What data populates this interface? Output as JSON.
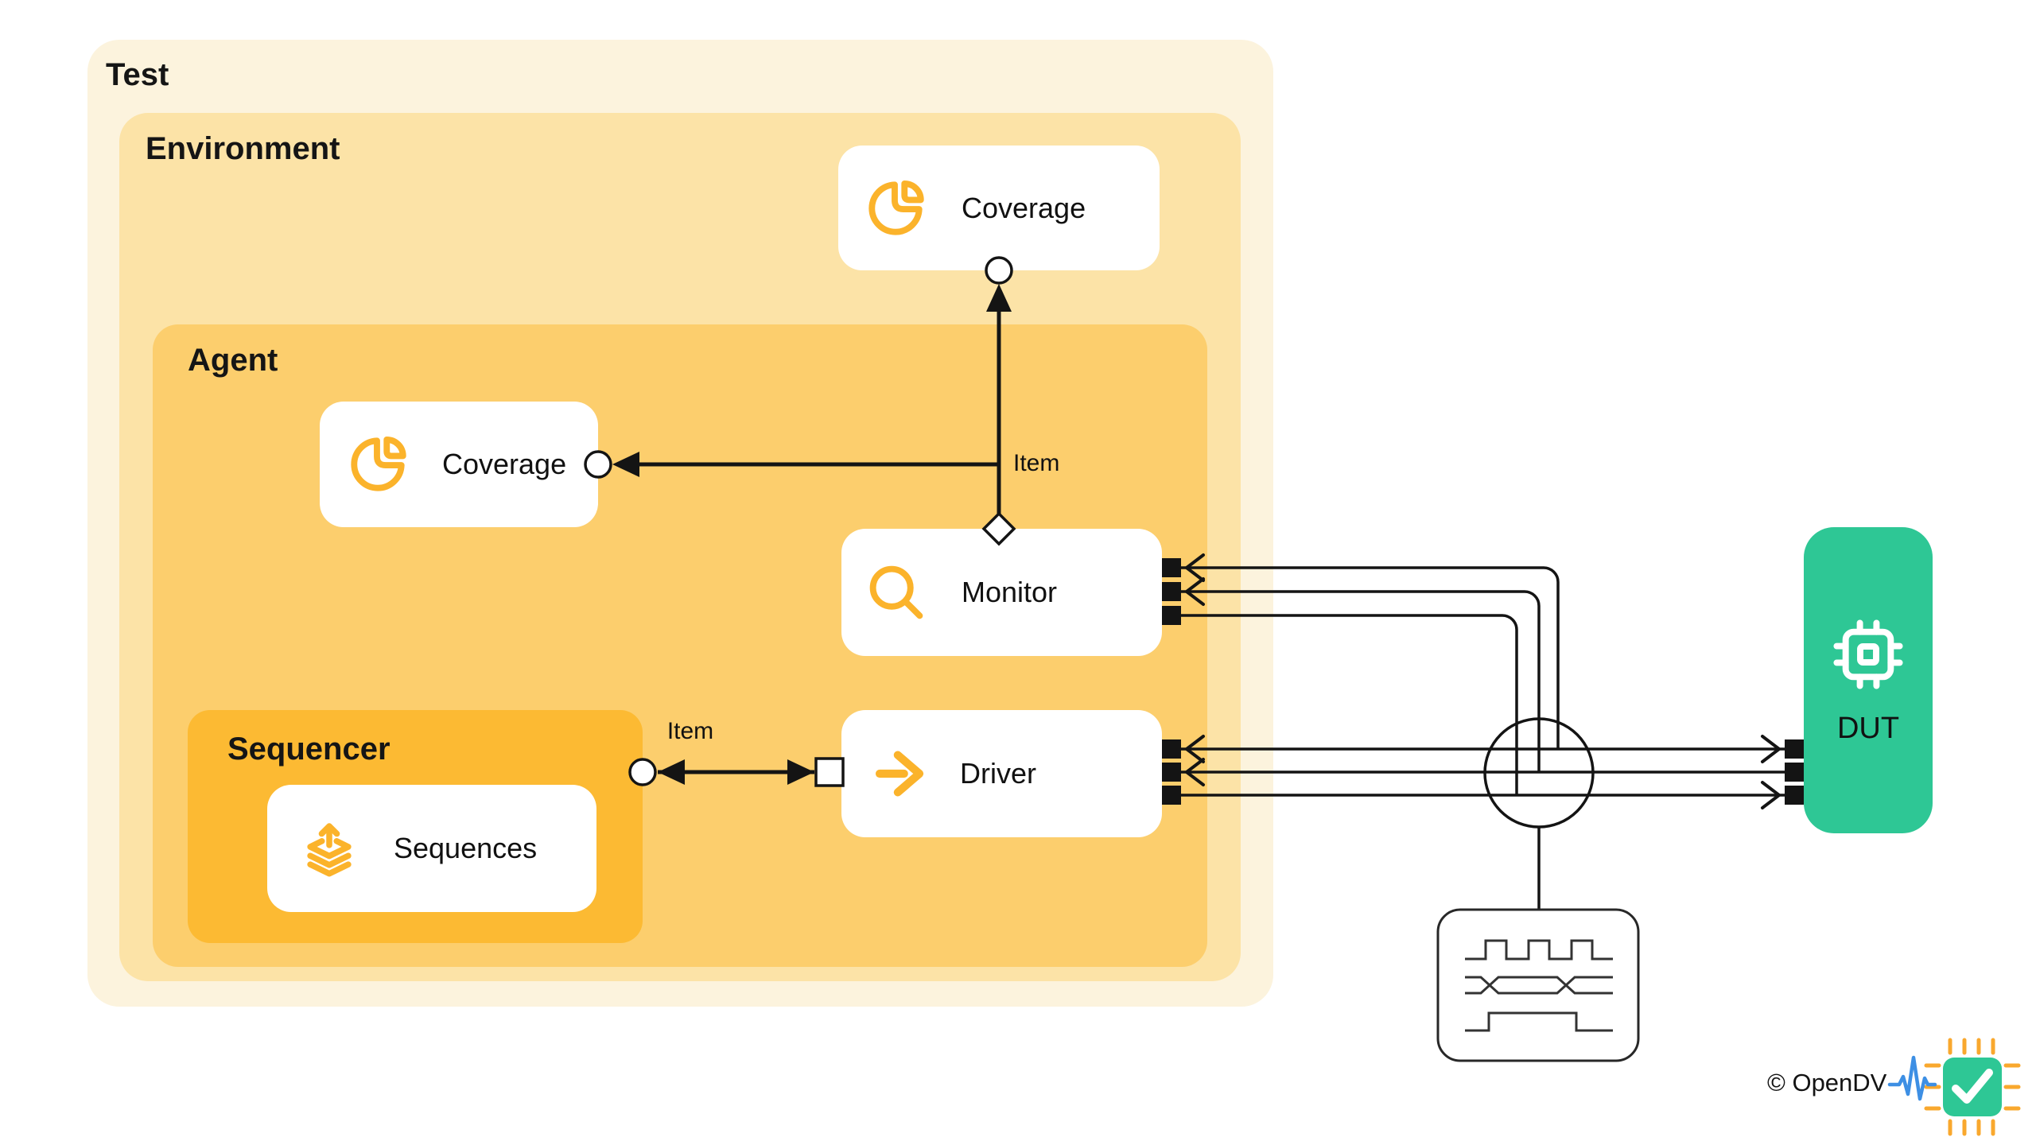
{
  "diagram": {
    "containers": {
      "test": {
        "label": "Test"
      },
      "environment": {
        "label": "Environment"
      },
      "agent": {
        "label": "Agent"
      },
      "sequencer": {
        "label": "Sequencer"
      }
    },
    "nodes": {
      "env_coverage": {
        "label": "Coverage",
        "icon": "pie-chart"
      },
      "agent_coverage": {
        "label": "Coverage",
        "icon": "pie-chart"
      },
      "monitor": {
        "label": "Monitor",
        "icon": "magnifier"
      },
      "driver": {
        "label": "Driver",
        "icon": "arrow-right"
      },
      "sequences": {
        "label": "Sequences",
        "icon": "layers-upload"
      },
      "dut": {
        "label": "DUT",
        "icon": "chip"
      }
    },
    "edge_labels": {
      "monitor_item": "Item",
      "sequencer_item": "Item"
    },
    "colors": {
      "test_bg": "#FCF3DD",
      "env_bg": "#FCE3A7",
      "agent_bg": "#FCCE6D",
      "sequencer_bg": "#FCBA33",
      "node_bg": "#FFFFFF",
      "accent": "#FBB32B",
      "dut_bg": "#2EC795",
      "line": "#141414",
      "logo_blue": "#3D8FE4",
      "logo_pin": "#F9A82E",
      "logo_chip": "#2EC795"
    }
  },
  "footer": {
    "copyright": "© OpenDV"
  }
}
